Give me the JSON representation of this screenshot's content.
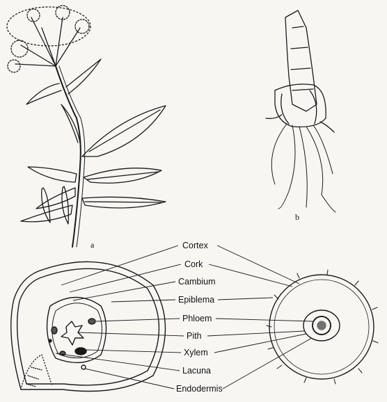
{
  "figure_labels": {
    "a": "a",
    "b": "b"
  },
  "section_labels": [
    "Cortex",
    "Cork",
    "Cambium",
    "Epiblema",
    "Phloem",
    "Pith",
    "Xylem",
    "Lacuna",
    "Endodermis"
  ],
  "colors": {
    "ink": "#1a1a1a",
    "paper": "#f7f6f3"
  }
}
